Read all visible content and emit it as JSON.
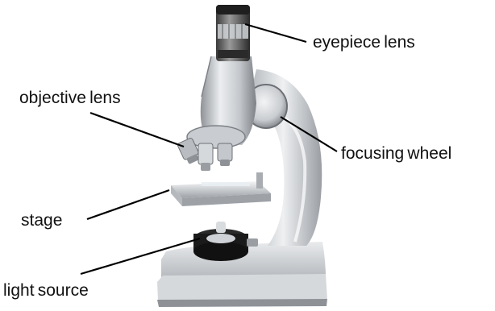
{
  "labels": {
    "eyepiece": "eyepiece lens",
    "objective": "objective lens",
    "focusing": "focusing wheel",
    "stage": "stage",
    "light": "light source"
  },
  "colors": {
    "text": "#111111",
    "metal_light": "#eceef0",
    "metal_mid": "#c4c8cc",
    "metal_dark": "#8e9297",
    "black": "#1a1a1a",
    "leader_line": "#000000"
  }
}
